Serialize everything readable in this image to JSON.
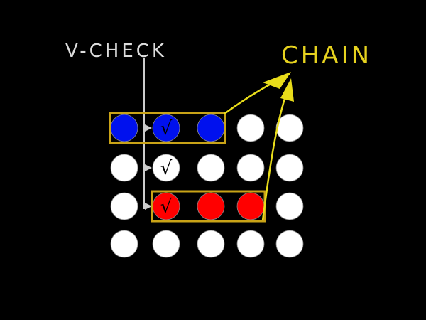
{
  "labels": {
    "vcheck": "V-CHECK",
    "chain": "CHAIN",
    "check_mark": "√"
  },
  "colors": {
    "background": "#000000",
    "empty_disc": "#ffffff",
    "blue_disc": "#0011ee",
    "red_disc": "#ff0000",
    "chain_box": "#c9a317",
    "chain_arrow": "#e8dc1a",
    "vcheck_text": "#dddddd",
    "chain_text": "#e6d21f",
    "check_arrow": "#cccccc"
  },
  "grid": {
    "rows": 4,
    "columns": 5,
    "cells": [
      [
        "blue",
        "blue",
        "blue",
        "white",
        "white"
      ],
      [
        "white",
        "white",
        "white",
        "white",
        "white"
      ],
      [
        "white",
        "red",
        "red",
        "red",
        "white"
      ],
      [
        "white",
        "white",
        "white",
        "white",
        "white"
      ]
    ],
    "checked": [
      [
        0,
        1
      ],
      [
        1,
        1
      ],
      [
        2,
        1
      ]
    ]
  },
  "chains": [
    {
      "name": "blue-chain",
      "row": 0,
      "from_col": 0,
      "to_col": 2
    },
    {
      "name": "red-chain",
      "row": 2,
      "from_col": 1,
      "to_col": 3
    }
  ]
}
